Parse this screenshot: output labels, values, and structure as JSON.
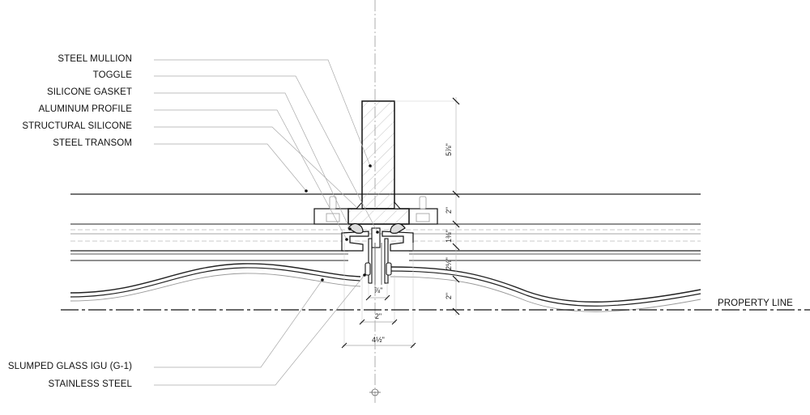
{
  "callouts_left": [
    {
      "label": "STEEL MULLION"
    },
    {
      "label": "TOGGLE"
    },
    {
      "label": "SILICONE GASKET"
    },
    {
      "label": "ALUMINUM PROFILE"
    },
    {
      "label": "STRUCTURAL SILICONE"
    },
    {
      "label": "STEEL TRANSOM"
    }
  ],
  "callouts_bottom": [
    {
      "label": "SLUMPED GLASS IGU (G-1)"
    },
    {
      "label": "STAINLESS STEEL"
    }
  ],
  "property_line": "PROPERTY LINE",
  "dimensions_vertical": [
    "5⅞\"",
    "2\"",
    "1⅜\"",
    "2⅛\"",
    "2\""
  ],
  "dimensions_horizontal": [
    "⅞\"",
    "2\"",
    "4½\""
  ]
}
